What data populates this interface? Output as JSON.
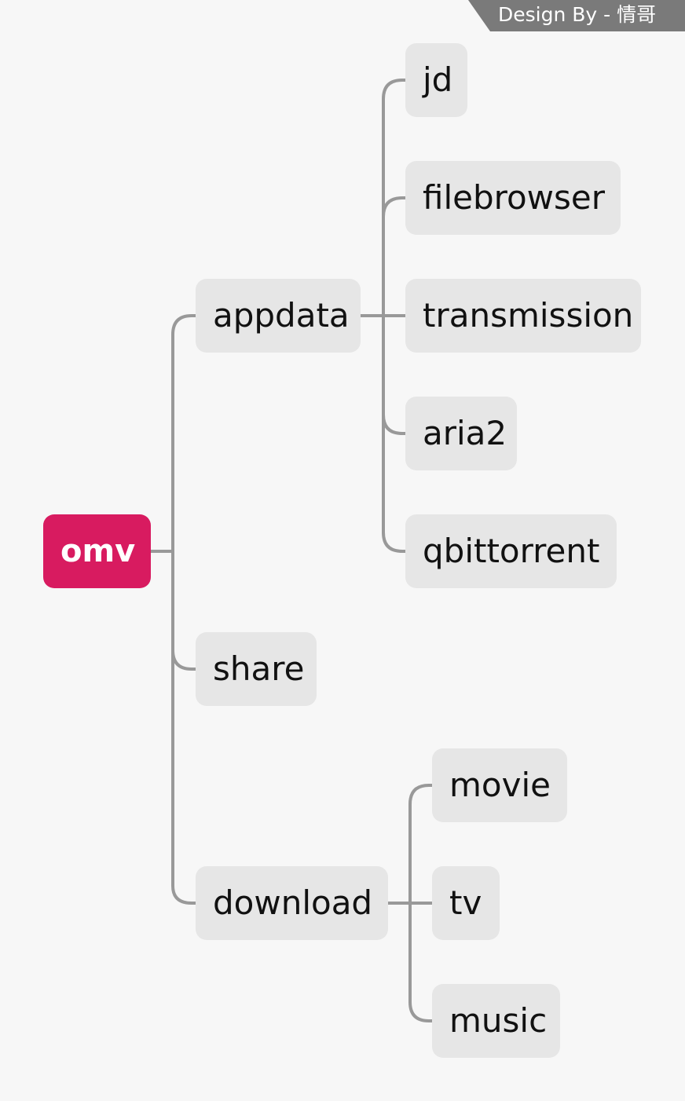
{
  "watermark": {
    "text": "Design By - 情哥"
  },
  "colors": {
    "background": "#f7f7f7",
    "root_fill": "#d81b60",
    "node_fill": "#e6e6e6",
    "connector": "#999999",
    "watermark_bg": "#7a7a7a"
  },
  "mindmap": {
    "root": {
      "label": "omv"
    },
    "branches": [
      {
        "label": "appdata",
        "children": [
          {
            "label": "jd"
          },
          {
            "label": "filebrowser"
          },
          {
            "label": "transmission"
          },
          {
            "label": "aria2"
          },
          {
            "label": "qbittorrent"
          }
        ]
      },
      {
        "label": "share",
        "children": []
      },
      {
        "label": "download",
        "children": [
          {
            "label": "movie"
          },
          {
            "label": "tv"
          },
          {
            "label": "music"
          }
        ]
      }
    ]
  }
}
